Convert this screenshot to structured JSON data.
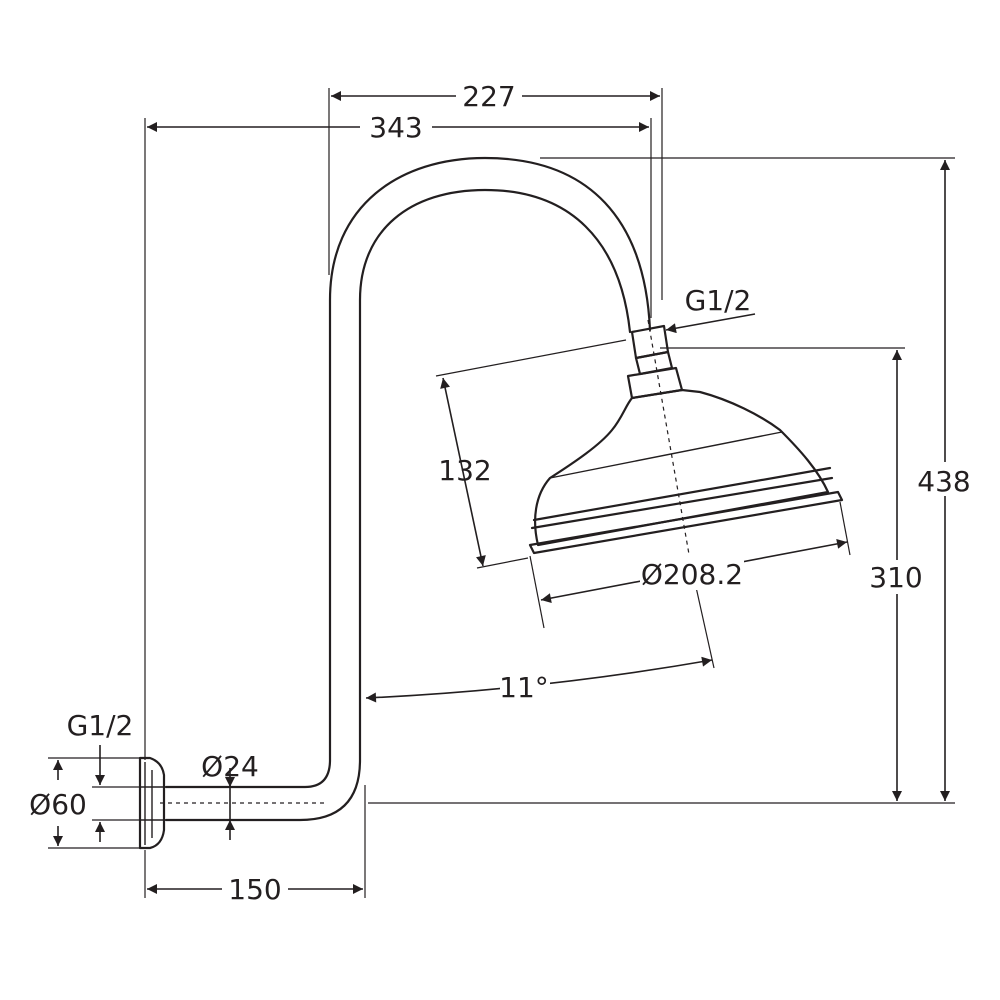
{
  "dimensions": {
    "arm_projection": "227",
    "total_projection": "343",
    "top_thread": "G1/2",
    "head_height": "132",
    "total_height": "438",
    "head_diameter": "Ø208.2",
    "outlet_height": "310",
    "angle": "11°",
    "wall_thread": "G1/2",
    "pipe_diameter": "Ø24",
    "flange_diameter": "Ø60",
    "wall_offset": "150"
  },
  "colors": {
    "line": "#231f20",
    "background": "#ffffff"
  }
}
